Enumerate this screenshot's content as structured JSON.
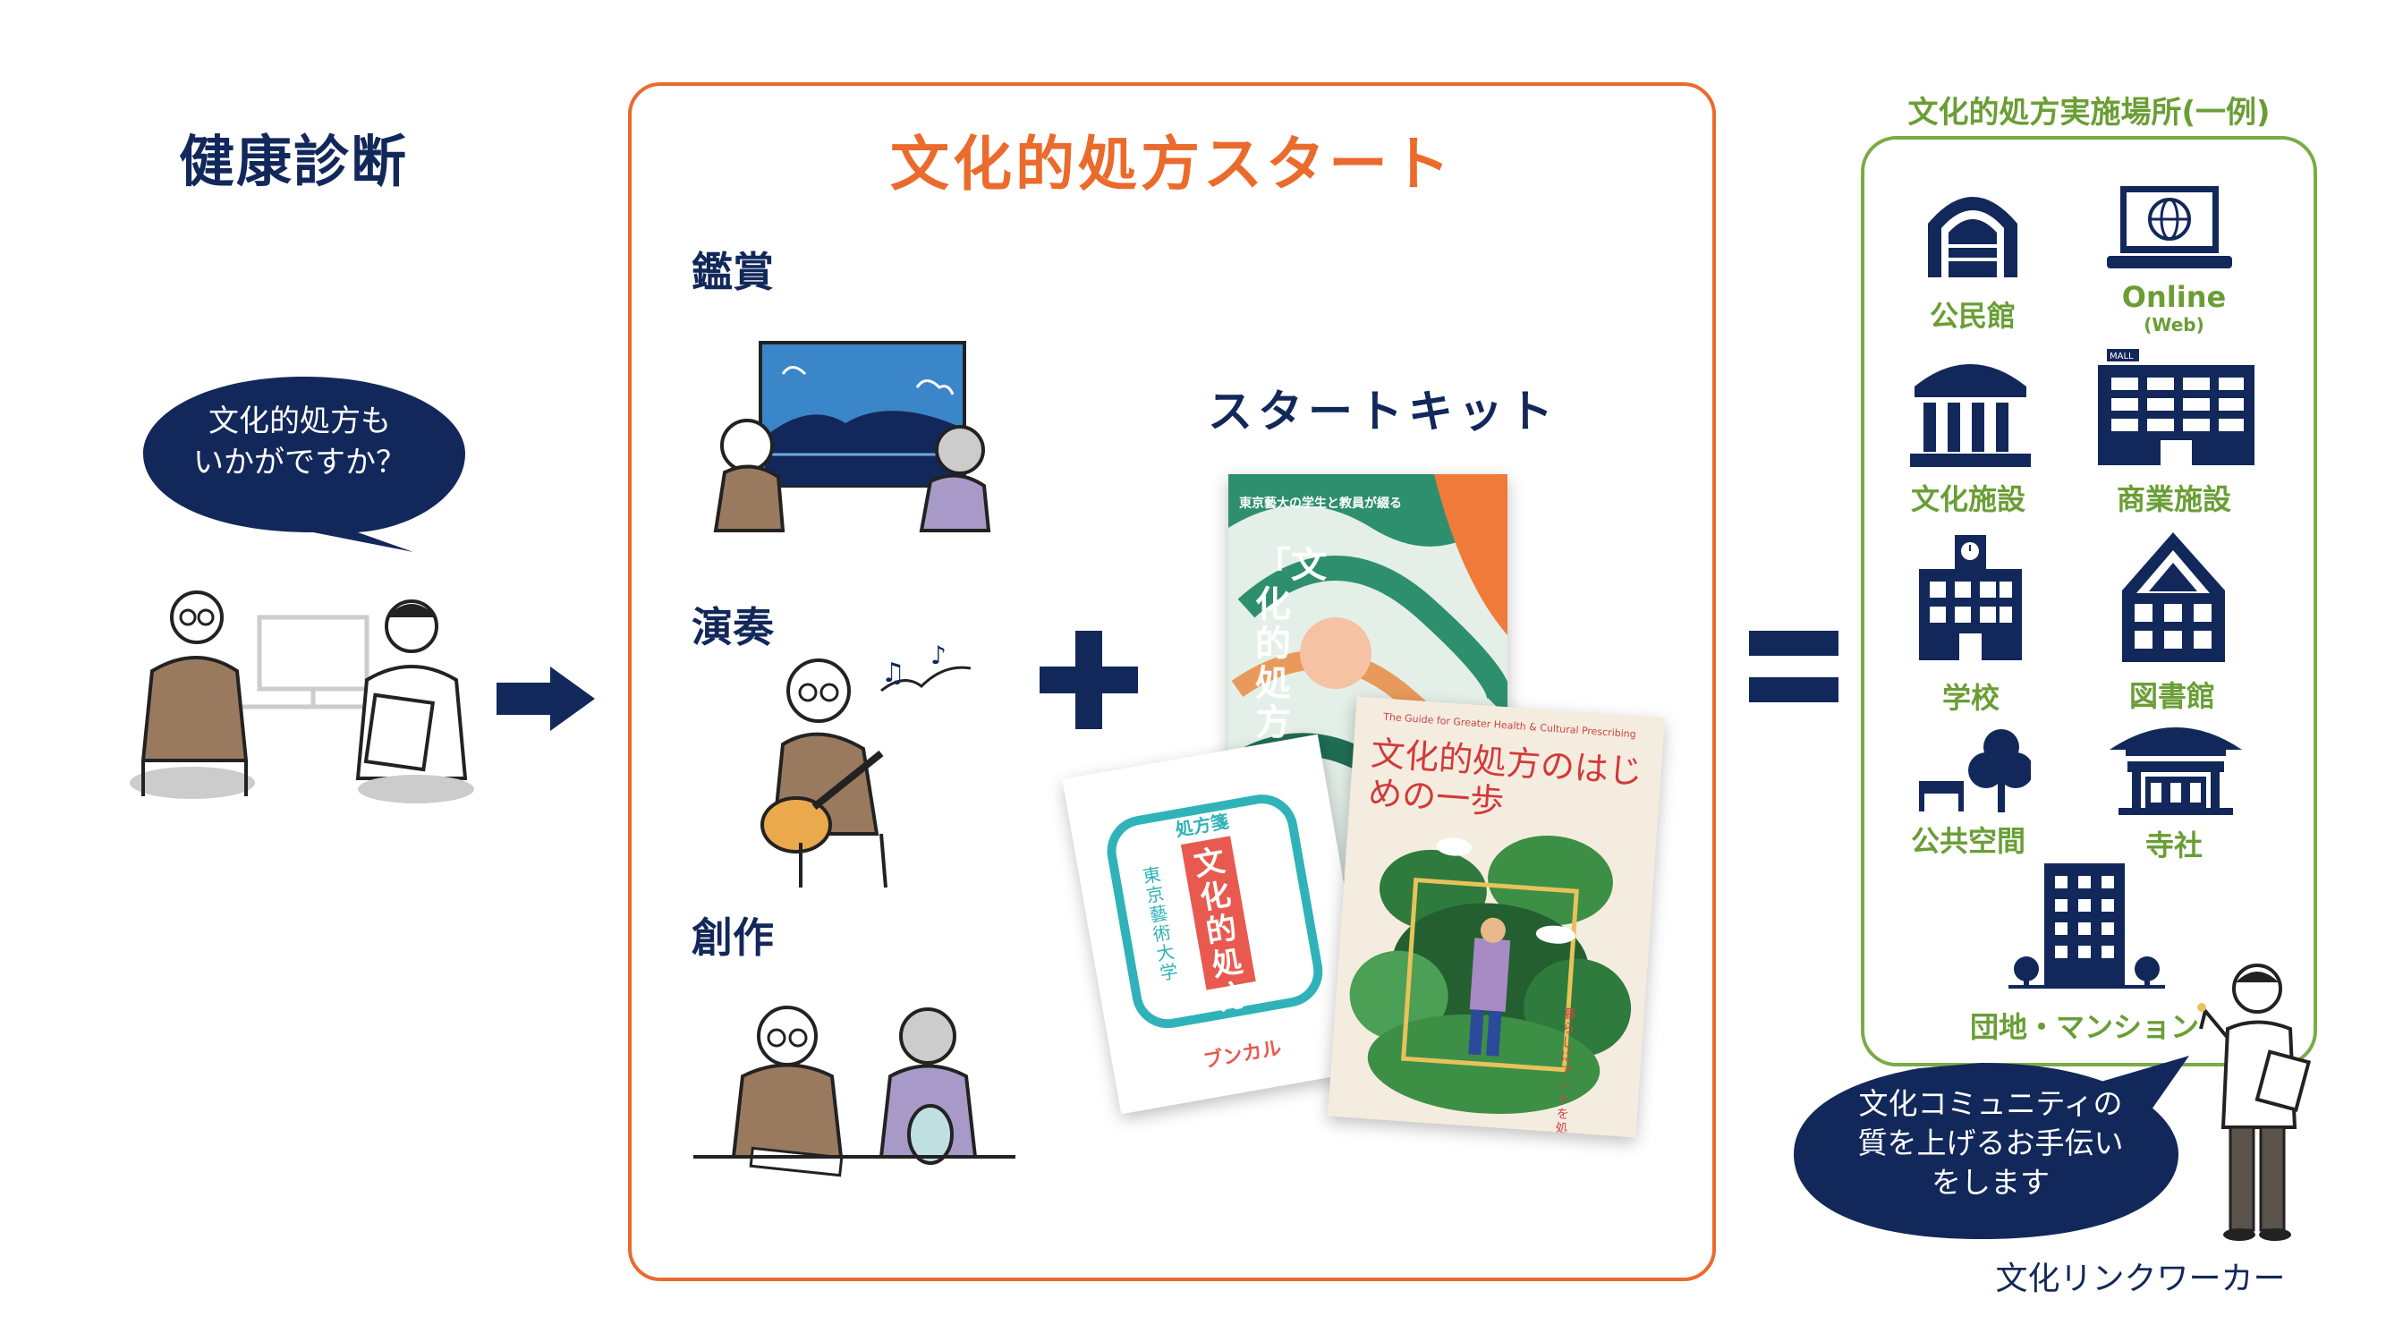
{
  "health_check": {
    "title": "健康診断",
    "bubble": "文化的処方も\nいかがですか？"
  },
  "prescription": {
    "title": "文化的処方スタート",
    "activities": [
      {
        "label": "鑑賞"
      },
      {
        "label": "演奏"
      },
      {
        "label": "創作"
      }
    ],
    "kit_title": "スタートキット",
    "books": [
      {
        "title": "「文化的処方の」",
        "header": "東京藝大の学生と教員が綴る"
      },
      {
        "title": "文化的処方",
        "side": "処方箋",
        "school": "東京藝術大学",
        "footer": "ブンカル"
      },
      {
        "title": "文化的処方のはじめの一歩",
        "header": "The Guide for Greater Health & Cultural Prescribing",
        "side": "暮らしに アートを処方する"
      }
    ]
  },
  "venues": {
    "title": "文化的処方実施場所(一例)",
    "items": [
      {
        "label": "公民館",
        "icon": "community-hall-icon"
      },
      {
        "label": "Online",
        "sub": "(Web)",
        "icon": "laptop-globe-icon"
      },
      {
        "label": "文化施設",
        "icon": "museum-icon"
      },
      {
        "label": "商業施設",
        "icon": "mall-icon",
        "sign": "MALL"
      },
      {
        "label": "学校",
        "icon": "school-icon"
      },
      {
        "label": "図書館",
        "icon": "library-icon"
      },
      {
        "label": "公共空間",
        "icon": "park-icon"
      },
      {
        "label": "寺社",
        "icon": "temple-icon"
      },
      {
        "label": "団地・マンション",
        "icon": "apartment-icon"
      }
    ]
  },
  "link_worker": {
    "bubble": "文化コミュニティの\n質を上げるお手伝い\nをします",
    "caption": "文化リンクワーカー"
  },
  "colors": {
    "navy": "#13285a",
    "orange": "#ea6b2c",
    "green": "#7aab45",
    "teal": "#2fb3b8",
    "red_book": "#e85a4f"
  }
}
